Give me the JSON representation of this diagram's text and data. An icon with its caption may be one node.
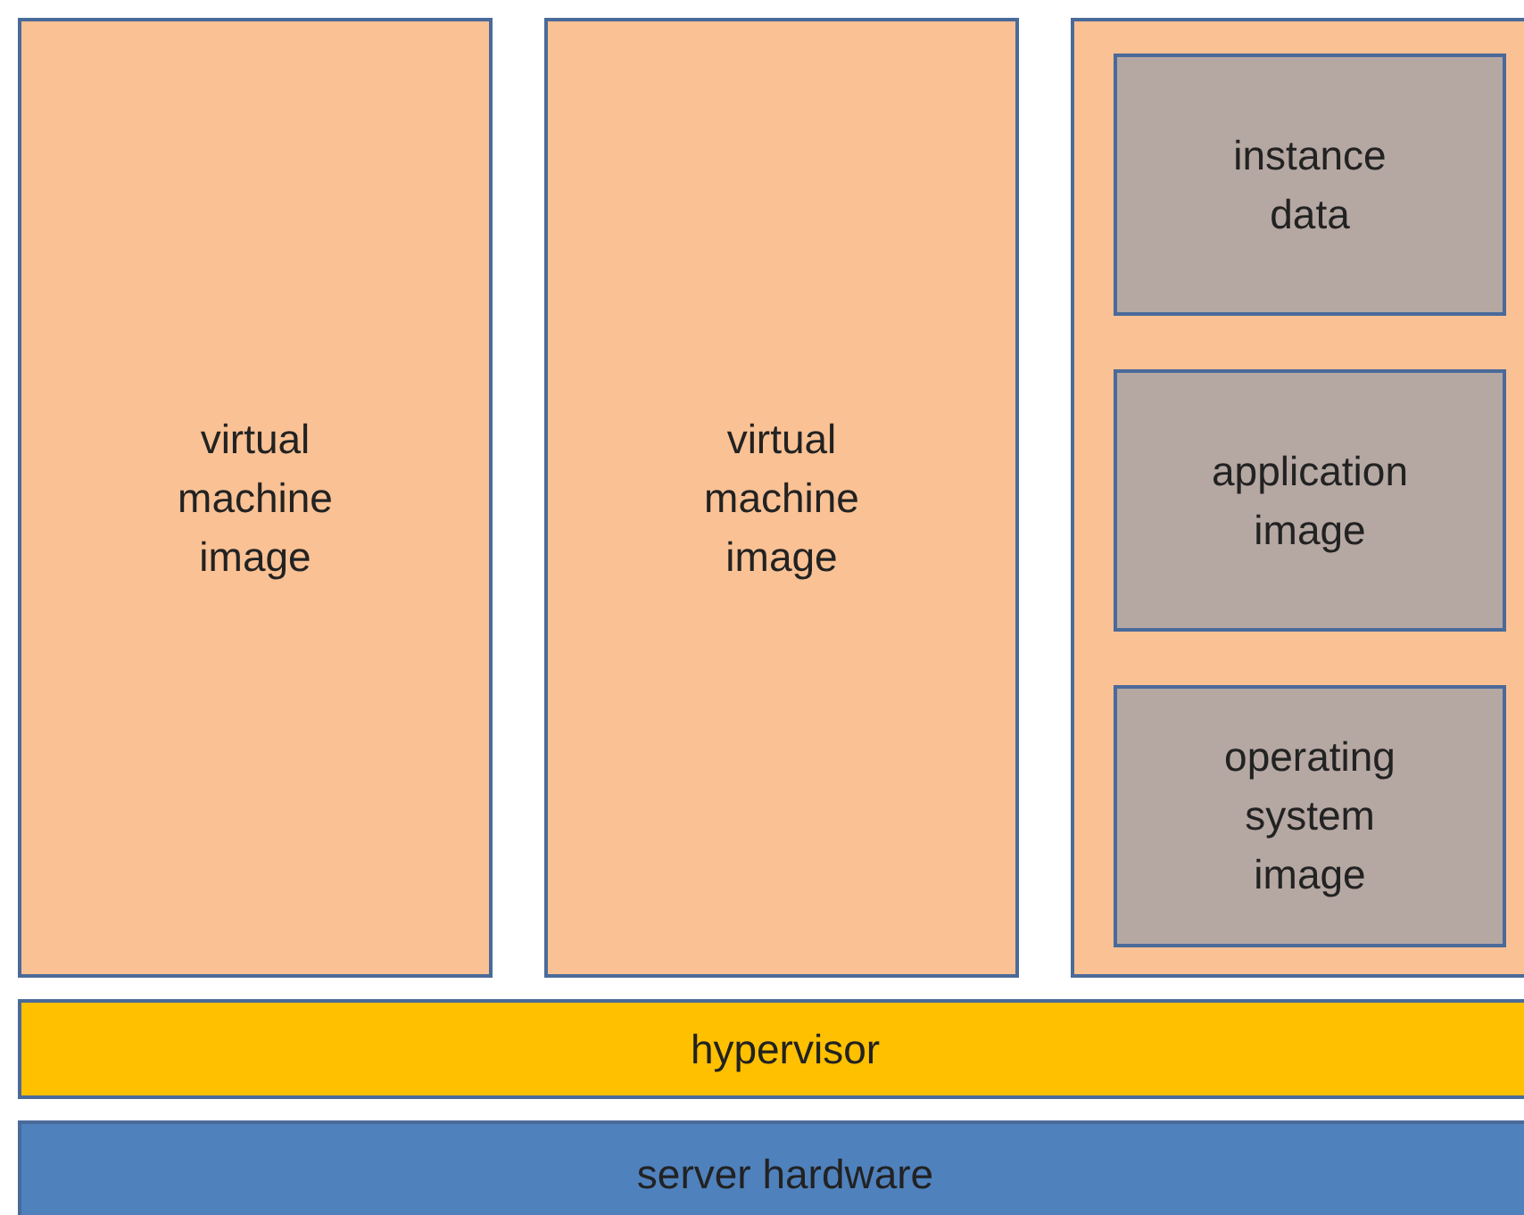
{
  "diagram": {
    "nodes": [
      {
        "text": [
          "virtual machine image"
        ]
      },
      {
        "text": [
          "virtual machine image"
        ]
      },
      {
        "text": [],
        "shape": "box"
      },
      {
        "text": [
          "instance data"
        ],
        "in": 2
      },
      {
        "text": [
          "application image"
        ],
        "in": 2
      },
      {
        "text": [
          "operating system image"
        ],
        "in": 2
      },
      {
        "text": [
          "hypervisor"
        ]
      },
      {
        "text": [
          "server hardware"
        ]
      }
    ],
    "edges": []
  }
}
